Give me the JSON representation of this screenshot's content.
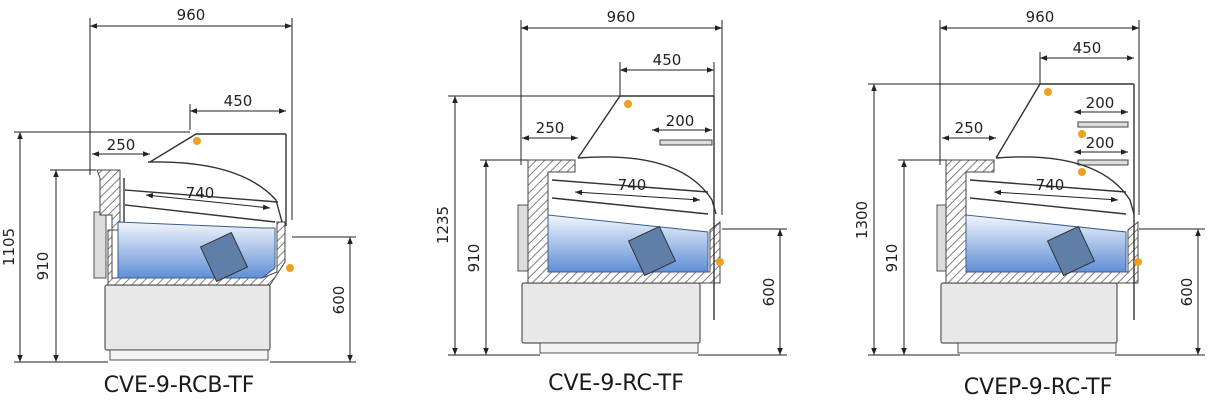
{
  "drawings": [
    {
      "model": "CVE-9-RCB-TF",
      "dims": {
        "width": "960",
        "top_canopy": "450",
        "front_ledge": "250",
        "shelf_depth": "740",
        "overall_height": "1105",
        "counter_height": "910",
        "base_height": "600"
      }
    },
    {
      "model": "CVE-9-RC-TF",
      "dims": {
        "width": "960",
        "top_canopy": "450",
        "front_ledge": "250",
        "shelf_depth": "740",
        "shelf_1": "200",
        "overall_height": "1235",
        "counter_height": "910",
        "base_height": "600"
      }
    },
    {
      "model": "CVEP-9-RC-TF",
      "dims": {
        "width": "960",
        "top_canopy": "450",
        "front_ledge": "250",
        "shelf_depth": "740",
        "shelf_1": "200",
        "shelf_2": "200",
        "overall_height": "1300",
        "counter_height": "910",
        "base_height": "600"
      }
    }
  ],
  "colors": {
    "tub_top": "#f2f6fb",
    "tub_bottom": "#5f8ed6",
    "lamp": "#f0a020",
    "hatch": "#8a8a8a",
    "cabinet": "#e6e6e6"
  }
}
